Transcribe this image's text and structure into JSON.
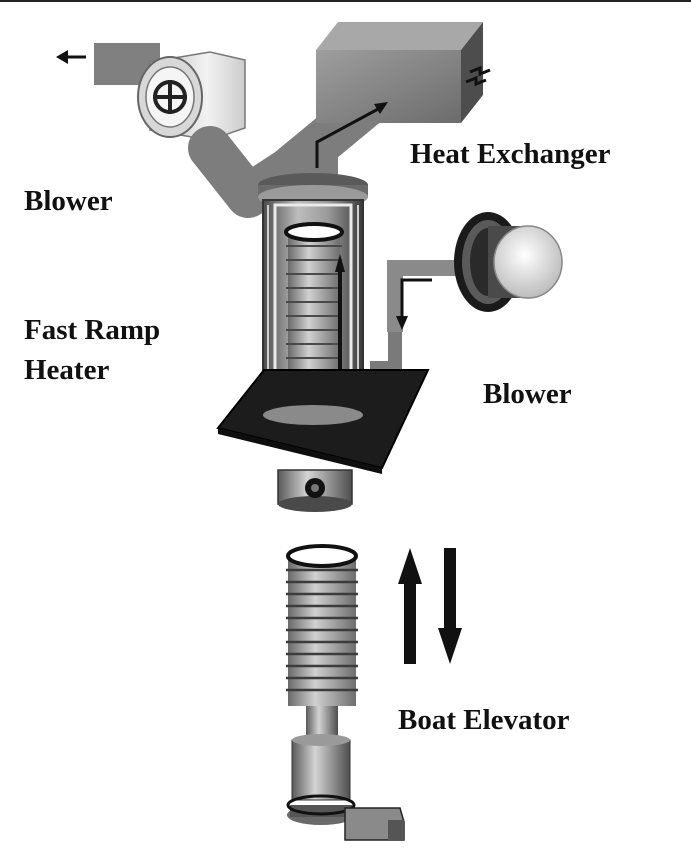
{
  "labels": {
    "heat_exchanger": "Heat Exchanger",
    "blower_left": "Blower",
    "fast_ramp_line1": "Fast Ramp",
    "fast_ramp_line2": "Heater",
    "blower_right": "Blower",
    "boat_elevator": "Boat Elevator"
  },
  "colors": {
    "duct_gray": "#8c8c8c",
    "dark_gray": "#555555",
    "light_gray": "#d9d9d9",
    "black": "#111111",
    "plate": "#1a1a1a"
  }
}
